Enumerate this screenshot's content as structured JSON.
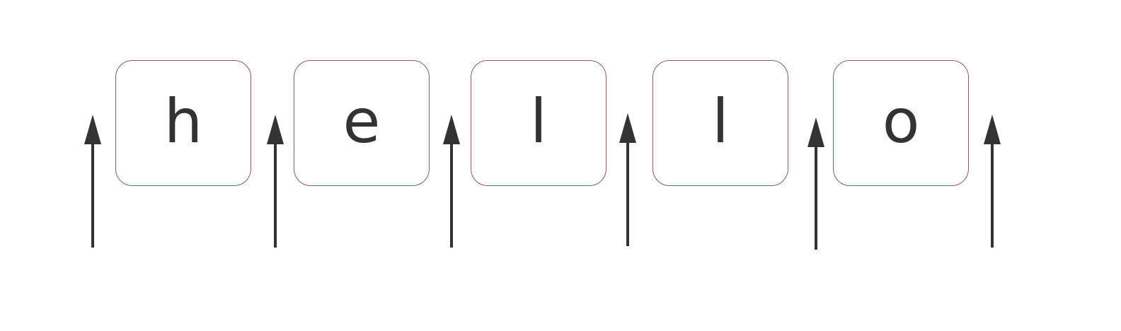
{
  "boxes": [
    {
      "char": "h"
    },
    {
      "char": "e"
    },
    {
      "char": "l"
    },
    {
      "char": "l"
    },
    {
      "char": "o"
    }
  ],
  "colors": {
    "box_border": "#8a5c5c",
    "text": "#333333",
    "arrow": "#333333"
  },
  "arrow_count": 6
}
